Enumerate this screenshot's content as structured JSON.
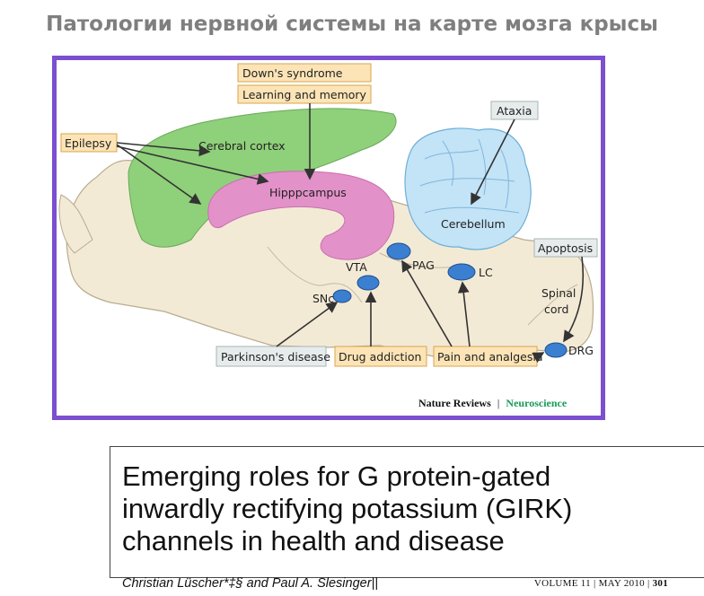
{
  "slide": {
    "title": "Патологии нервной системы на карте мозга крысы"
  },
  "diagram": {
    "regions": {
      "cortex": "Cerebral cortex",
      "hippocampus": "Hipppcampus",
      "cerebellum": "Cerebellum",
      "vta": "VTA",
      "snc": "SNc",
      "pag": "PAG",
      "lc": "LC",
      "spinal_cord_1": "Spinal",
      "spinal_cord_2": "cord",
      "drg": "DRG"
    },
    "conditions": {
      "downs": "Down's syndrome",
      "learning": "Learning and memory",
      "epilepsy": "Epilepsy",
      "ataxia": "Ataxia",
      "apoptosis": "Apoptosis",
      "parkinsons": "Parkinson's disease",
      "drug": "Drug addiction",
      "pain": "Pain and analgesia"
    },
    "credit": {
      "journal": "Nature Reviews",
      "separator": "|",
      "section": "Neuroscience"
    }
  },
  "paper": {
    "title_line1": "Emerging roles for G protein-gated",
    "title_line2": "inwardly rectifying potassium (GIRK)",
    "title_line3": "channels in health and disease",
    "authors": "Christian Lüscher*‡§ and Paul A. Slesinger||",
    "volume": "VOLUME 11",
    "date": "MAY 2010",
    "page": "301"
  }
}
